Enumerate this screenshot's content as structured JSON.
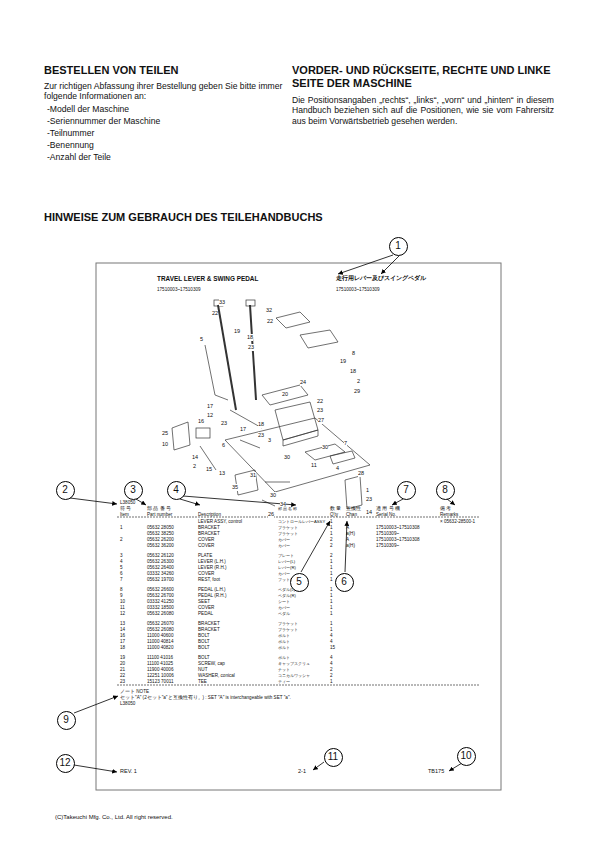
{
  "diagram": {
    "nodes": [
      {
        "text": [
          "1"
        ]
      },
      {
        "text": [
          "2"
        ]
      },
      {
        "text": [
          "3"
        ]
      },
      {
        "text": [
          "4"
        ]
      },
      {
        "text": [
          "5"
        ]
      },
      {
        "text": [
          "6"
        ]
      },
      {
        "text": [
          "7"
        ]
      },
      {
        "text": [
          "8"
        ]
      },
      {
        "text": [
          "9"
        ]
      },
      {
        "text": [
          "10"
        ]
      },
      {
        "text": [
          "11"
        ]
      },
      {
        "text": [
          "12"
        ]
      }
    ],
    "labels": [
      "BESTELLEN VON TEILEN",
      "Zur richtigen Abfassung ihrer Bestellung geben Sie bitte immer folgende Informationen an:",
      "-Modell der Maschine",
      "-Seriennummer der Maschine",
      "-Teilnummer",
      "-Benennung",
      "-Anzahl der Teile",
      "VORDER- UND RÜCKSEITE, RECHTE UND LINKE SEITE DER MASCHINE",
      "Die Positionsangaben „rechts“, „links“, „vorn“ und „hinten“ in diesem Handbuch beziehen sich auf die Positionen, wie sie vom Fahrersitz aus beim Vorwärtsbetrieb gesehen werden.",
      "HINWEISE ZUM GEBRAUCH DES TEILEHANDBUCHS",
      "TRAVEL LEVER & SWING PEDAL",
      "走行用レバー及びスイングペダル",
      "17510003~17510309",
      "17510003~17510309",
      "33",
      "22",
      "32",
      "22",
      "5",
      "19",
      "18",
      "23",
      "8",
      "19",
      "18",
      "2",
      "29",
      "20",
      "24",
      "22",
      "23",
      "27",
      "17",
      "12",
      "23",
      "17",
      "18",
      "23",
      "3",
      "25",
      "10",
      "16",
      "6",
      "14",
      "2",
      "15",
      "13",
      "30",
      "30",
      "11",
      "4",
      "7",
      "31",
      "35",
      "30",
      "34",
      "26",
      "28",
      "1",
      "23",
      "14",
      "L38050",
      "符 号",
      "部 品 番 号",
      "部 品 名 称",
      "数 量",
      "互換性",
      "適 用 号 機",
      "備 考",
      "Item",
      "Part number",
      "Description",
      "Q'ty",
      "Chan",
      "Serial No.",
      "Remarks",
      "LEVER ASSY, control",
      "コントロールレバーASSY",
      "1",
      "× 05632-28500-1",
      "1",
      "05632 28050",
      "BRACKET",
      "ブラケット",
      "1",
      "A",
      "17510003~17510308",
      "05632 38250",
      "BRACKET",
      "ブラケット",
      "1",
      "a(H)",
      "17510309~",
      "2",
      "05632 26200",
      "COVER",
      "カバー",
      "2",
      "A",
      "17510003~17510308",
      "05632 36200",
      "COVER",
      "カバー",
      "2",
      "a(H)",
      "17510309~",
      "3",
      "05632 26120",
      "PLATE",
      "プレート",
      "2",
      "4",
      "05632 26300",
      "LEVER (L.H.)",
      "レバー(L)",
      "1",
      "5",
      "05632 26400",
      "LEVER (R.H.)",
      "レバー(R)",
      "1",
      "6",
      "03332 34260",
      "COVER",
      "カバー",
      "1",
      "7",
      "05632 19700",
      "REST, foot",
      "フットレスト",
      "1",
      "8",
      "05632 26600",
      "PEDAL (L.H.)",
      "ペダル(L)",
      "1",
      "9",
      "05632 26700",
      "PEDAL (R.H.)",
      "ペダル(R)",
      "1",
      "10",
      "03332 41250",
      "SEET",
      "シート",
      "1",
      "11",
      "03332 18500",
      "COVER",
      "カバー",
      "1",
      "12",
      "05632 26080",
      "PEDAL",
      "ペダル",
      "1",
      "13",
      "05632 26070",
      "BRACKET",
      "ブラケット",
      "1",
      "14",
      "05632 26080",
      "BRACKET",
      "ブラケット",
      "1",
      "16",
      "11000 40600",
      "BOLT",
      "ボルト",
      "4",
      "17",
      "11000 40814",
      "BOLT",
      "ボルト",
      "4",
      "18",
      "11000 40820",
      "BOLT",
      "ボルト",
      "15",
      "19",
      "11100 41016",
      "BOLT",
      "ボルト",
      "4",
      "20",
      "11100 41025",
      "SCREW, cap",
      "キャップスクリュ",
      "4",
      "21",
      "11900 40006",
      "NUT",
      "ナット",
      "2",
      "22",
      "12251 10006",
      "WASHER, conical",
      "コニカルワッシャ",
      "2",
      "23",
      "15123 70011",
      "TEE",
      "ティー",
      "1",
      "ノート NOTE",
      "セット\"A\" (2セット\"a\"と互換性有り。) : SET \"A\" is interchangeable with SET \"a\".",
      "L38050",
      "REV. 1",
      "2-1",
      "TB175",
      "(C)Takeuchi Mfg. Co., Ltd. All right reserved."
    ]
  }
}
